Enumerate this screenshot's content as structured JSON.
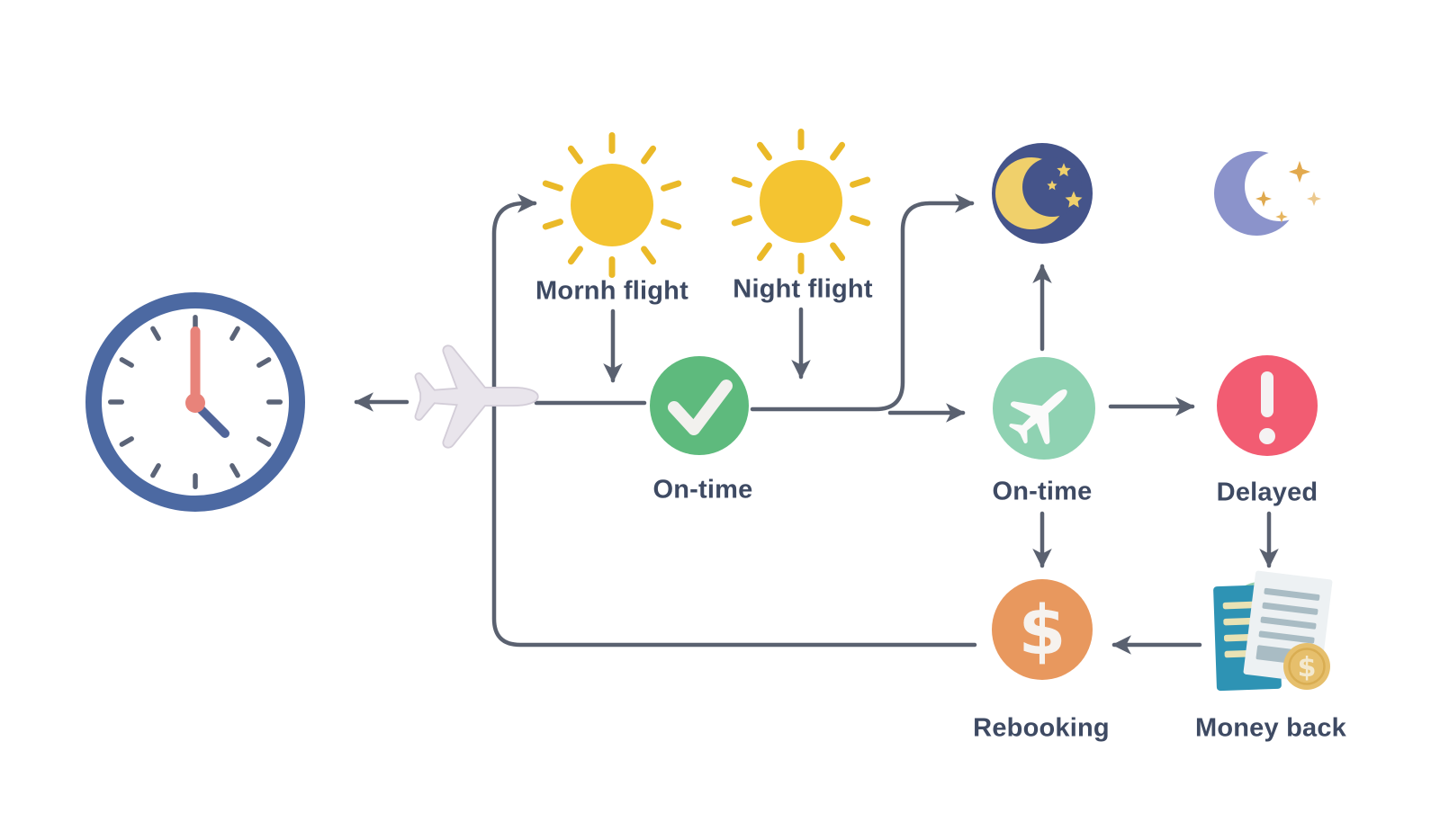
{
  "diagram": {
    "background": "#ffffff",
    "line_color": "#5a6170",
    "text_color": "#3e4a63",
    "labels": {
      "morning_flight": "Mornh flight",
      "night_flight": "Night flight",
      "on_time_day": "On-time",
      "on_time_night": "On-time",
      "delayed": "Delayed",
      "rebooking": "Rebooking",
      "money_back": "Money back"
    },
    "glyphs": {
      "dollar": "$",
      "coin_dollar": "$"
    },
    "colors": {
      "clock_ring": "#4c69a2",
      "clock_tick": "#5b6478",
      "clock_minute_hand": "#e8837a",
      "clock_hour_hand": "#50659a",
      "plane_fill": "#e9e5ec",
      "plane_outline": "#d3cdd8",
      "sun_core": "#f4c431",
      "sun_ray": "#eab928",
      "check_green": "#5eba7d",
      "check_mark": "#f2f1ee",
      "night_sky": "#45548a",
      "moon_gold": "#f0d06b",
      "crescent_purple": "#8b93cb",
      "sparkle_gold": "#e0a94f",
      "ontime_teal": "#8fd2b2",
      "ontime_plane": "#fafafa",
      "delayed_red": "#f25c72",
      "delayed_mark": "#f5f2f3",
      "rebooking_orange": "#e8985e",
      "dollar_glyph": "#f6f2ee",
      "money_green": "#97cfae",
      "doc_teal": "#2e93b4",
      "doc_lines_cream": "#e9e2b4",
      "doc_light": "#edf1f3",
      "doc_lines_gray": "#a9bcc4",
      "coin_gold": "#e6bf6c"
    },
    "edges": [
      {
        "from": "plane",
        "to": "clock"
      },
      {
        "from": "plane",
        "to": "morning-flight"
      },
      {
        "from": "morning-flight",
        "to": "on-time-check"
      },
      {
        "from": "night-flight",
        "to": "on-time-check"
      },
      {
        "from": "plane",
        "to": "on-time-check"
      },
      {
        "from": "on-time-check",
        "to": "night-sky-moon"
      },
      {
        "from": "on-time-check",
        "to": "night-on-time"
      },
      {
        "from": "night-on-time",
        "to": "night-sky-moon"
      },
      {
        "from": "night-on-time",
        "to": "delayed"
      },
      {
        "from": "night-on-time",
        "to": "rebooking"
      },
      {
        "from": "delayed",
        "to": "money-back"
      },
      {
        "from": "money-back",
        "to": "rebooking"
      },
      {
        "from": "rebooking",
        "to": "plane"
      }
    ]
  }
}
